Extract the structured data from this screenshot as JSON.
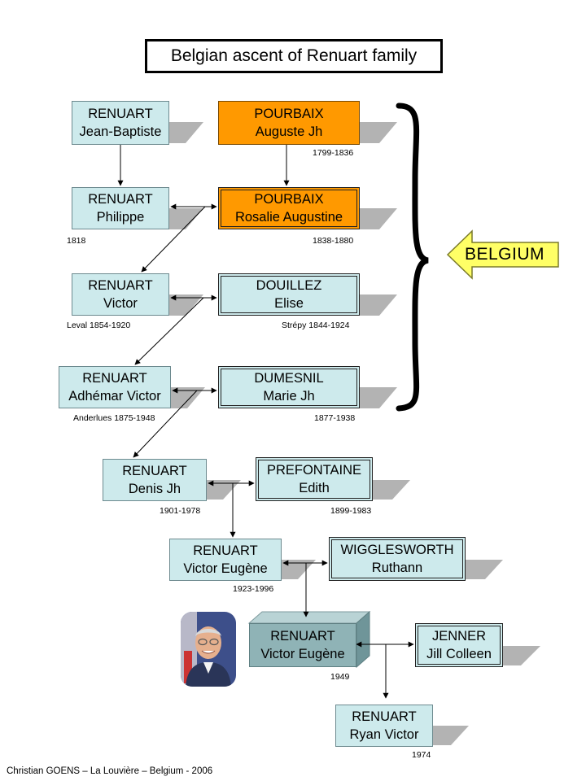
{
  "title": "Belgian ascent of Renuart family",
  "region_label": "BELGIUM",
  "footer": "Christian GOENS – La Louvière – Belgium - 2006",
  "colors": {
    "box": "#cdeaec",
    "highlight": "#ff9900",
    "arrow": "#ffff66",
    "current": "#8fb3b6"
  },
  "nodes": {
    "jean_baptiste": {
      "surname": "RENUART",
      "given": "Jean-Baptiste",
      "date": ""
    },
    "auguste": {
      "surname": "POURBAIX",
      "given": "Auguste Jh",
      "date": "1799-1836"
    },
    "philippe": {
      "surname": "RENUART",
      "given": "Philippe",
      "date": "1818"
    },
    "rosalie": {
      "surname": "POURBAIX",
      "given": "Rosalie Augustine",
      "date": "1838-1880"
    },
    "victor": {
      "surname": "RENUART",
      "given": "Victor",
      "date": "Leval 1854-1920"
    },
    "elise": {
      "surname": "DOUILLEZ",
      "given": "Elise",
      "date": "Strépy 1844-1924"
    },
    "adhemar": {
      "surname": "RENUART",
      "given": "Adhémar Victor",
      "date": "Anderlues 1875-1948"
    },
    "marie": {
      "surname": "DUMESNIL",
      "given": "Marie Jh",
      "date": "1877-1938"
    },
    "denis": {
      "surname": "RENUART",
      "given": "Denis Jh",
      "date": "1901-1978"
    },
    "edith": {
      "surname": "PREFONTAINE",
      "given": "Edith",
      "date": "1899-1983"
    },
    "victor_eugene_1": {
      "surname": "RENUART",
      "given": "Victor Eugène",
      "date": "1923-1996"
    },
    "ruthann": {
      "surname": "WIGGLESWORTH",
      "given": "Ruthann",
      "date": ""
    },
    "victor_eugene_2": {
      "surname": "RENUART",
      "given": "Victor Eugène",
      "date": "1949"
    },
    "jill": {
      "surname": "JENNER",
      "given": "Jill Colleen",
      "date": ""
    },
    "ryan": {
      "surname": "RENUART",
      "given": "Ryan Victor",
      "date": "1974"
    }
  }
}
